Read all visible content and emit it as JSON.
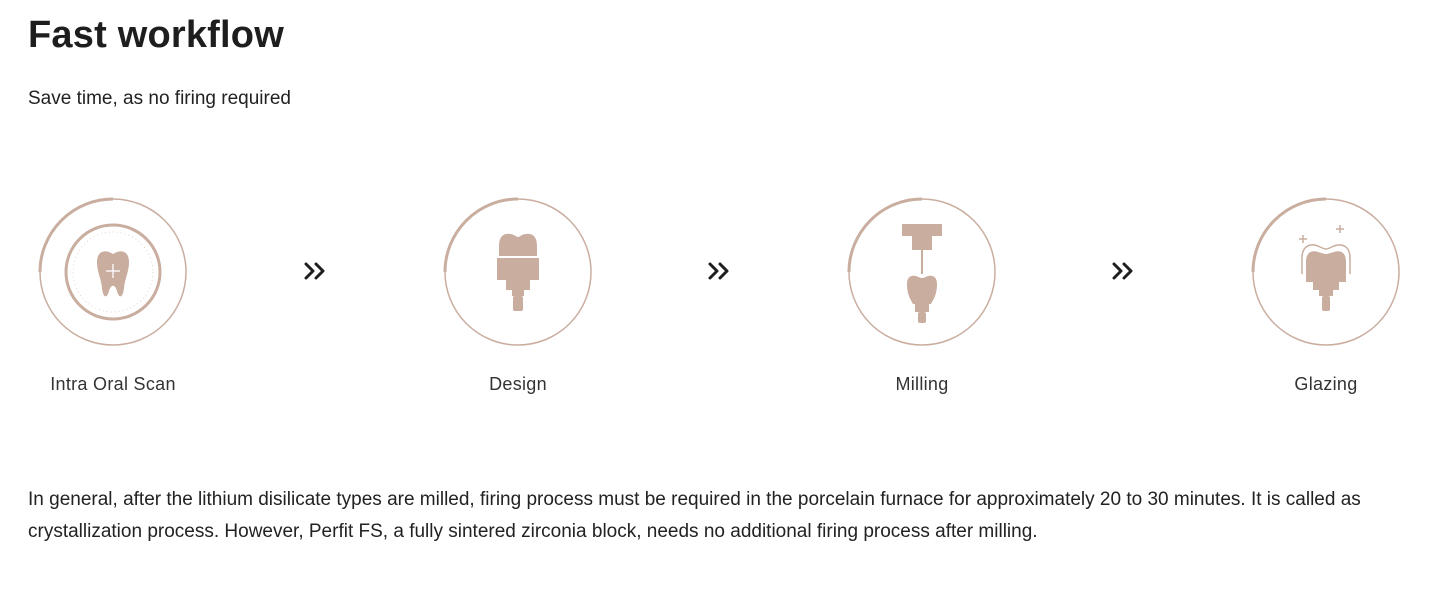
{
  "header": {
    "title": "Fast workflow",
    "subtitle": "Save time, as no firing required"
  },
  "workflow": {
    "steps": [
      {
        "label": "Intra Oral Scan",
        "icon": "tooth-scan-icon"
      },
      {
        "label": "Design",
        "icon": "crown-design-icon"
      },
      {
        "label": "Milling",
        "icon": "milling-icon"
      },
      {
        "label": "Glazing",
        "icon": "glazing-icon"
      }
    ],
    "separator_icon": "double-chevron-right-icon"
  },
  "description": {
    "text": "In general, after the lithium disilicate types are milled, firing process must be required in the porcelain furnace for approximately 20 to 30 minutes. It is called as crystallization process. However, Perfit FS, a fully sintered zirconia block, needs no additional firing process after milling."
  },
  "colors": {
    "accent": "#c9ad9f",
    "text": "#222222"
  }
}
